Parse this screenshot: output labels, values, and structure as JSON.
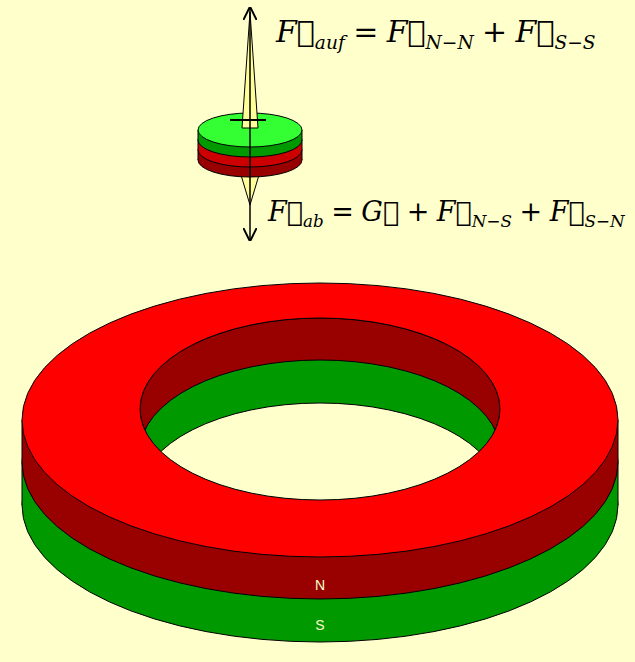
{
  "diagram": {
    "labels": [
      "F⃗",
      "auf",
      "=",
      "F⃗",
      "N−N",
      "+",
      "F⃗",
      "S−S",
      "F⃗",
      "ab",
      "=",
      "G⃗",
      "+",
      "F⃗",
      "N−S",
      "+",
      "F⃗",
      "S−N",
      "N",
      "S"
    ]
  }
}
